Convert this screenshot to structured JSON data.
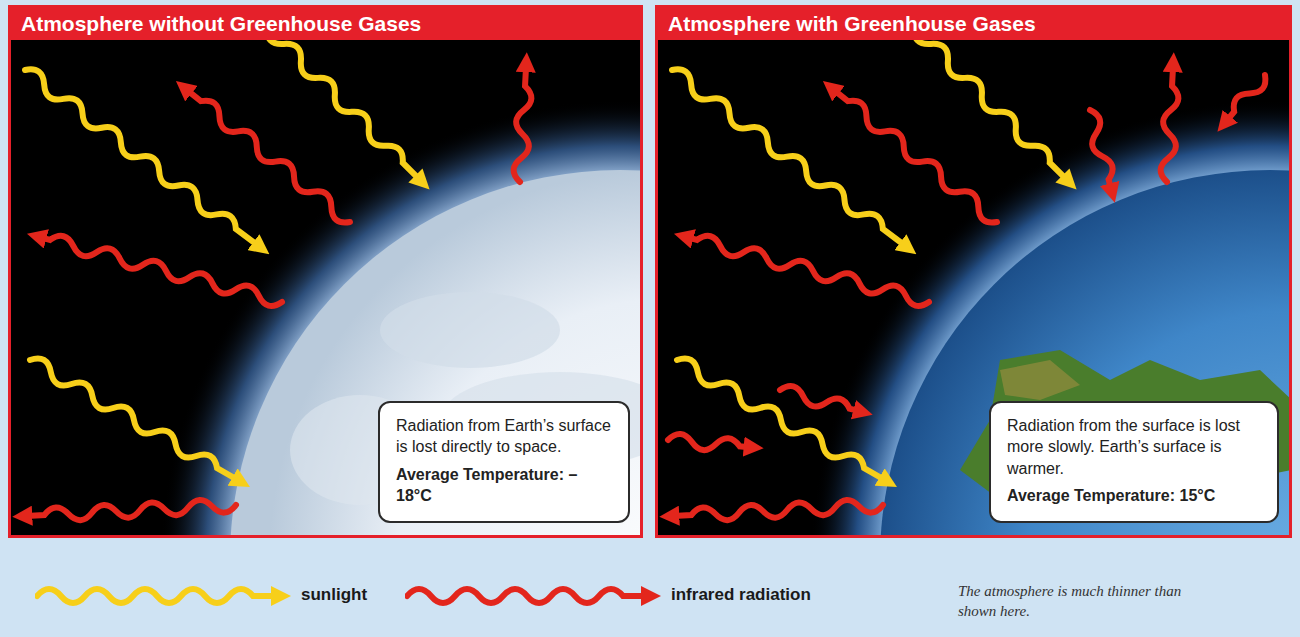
{
  "diagram": {
    "nodes": [
      {
        "text": [
          "Atmosphere without Greenhouse Gases"
        ]
      },
      {
        "text": [
          "Radiation from Earth’s surface is lost directly to space.",
          "Average Temperature: –18°C"
        ],
        "in": 0
      },
      {
        "text": [
          "Atmosphere with Greenhouse Gases"
        ]
      },
      {
        "text": [
          "Radiation from the surface is lost more slowly. Earth’s surface is warmer.",
          "Average Temperature: 15°C"
        ],
        "in": 2
      }
    ],
    "labels": [
      "The atmosphere is much thinner than shown here."
    ],
    "legend": [
      {
        "text": "sunlight"
      },
      {
        "text": "infrared radiation"
      }
    ]
  }
}
